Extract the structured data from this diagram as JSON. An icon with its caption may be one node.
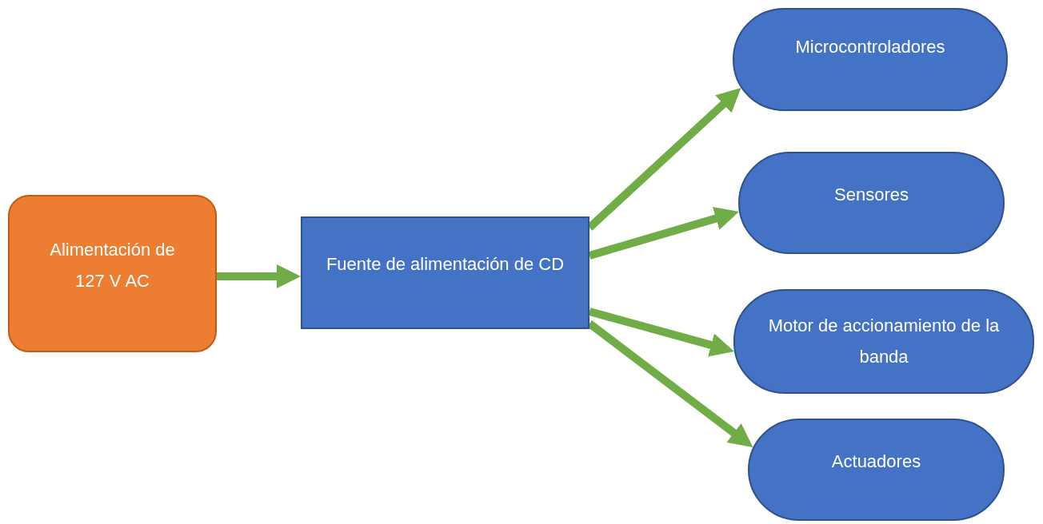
{
  "diagram": {
    "nodes": [
      {
        "text": [
          "Alimentación de 127 V AC"
        ]
      },
      {
        "text": [
          "Fuente de alimentación de CD"
        ]
      },
      {
        "text": [
          "Microcontroladores"
        ]
      },
      {
        "text": [
          "Sensores"
        ]
      },
      {
        "text": [
          "Motor de accionamiento de la banda"
        ]
      },
      {
        "text": [
          "Actuadores"
        ]
      }
    ],
    "edges": [
      {
        "from": 0,
        "to": 1,
        "arrow": "to"
      },
      {
        "from": 1,
        "to": 2,
        "arrow": "to"
      },
      {
        "from": 1,
        "to": 3,
        "arrow": "to"
      },
      {
        "from": 1,
        "to": 4,
        "arrow": "to"
      },
      {
        "from": 1,
        "to": 5,
        "arrow": "to"
      }
    ]
  }
}
